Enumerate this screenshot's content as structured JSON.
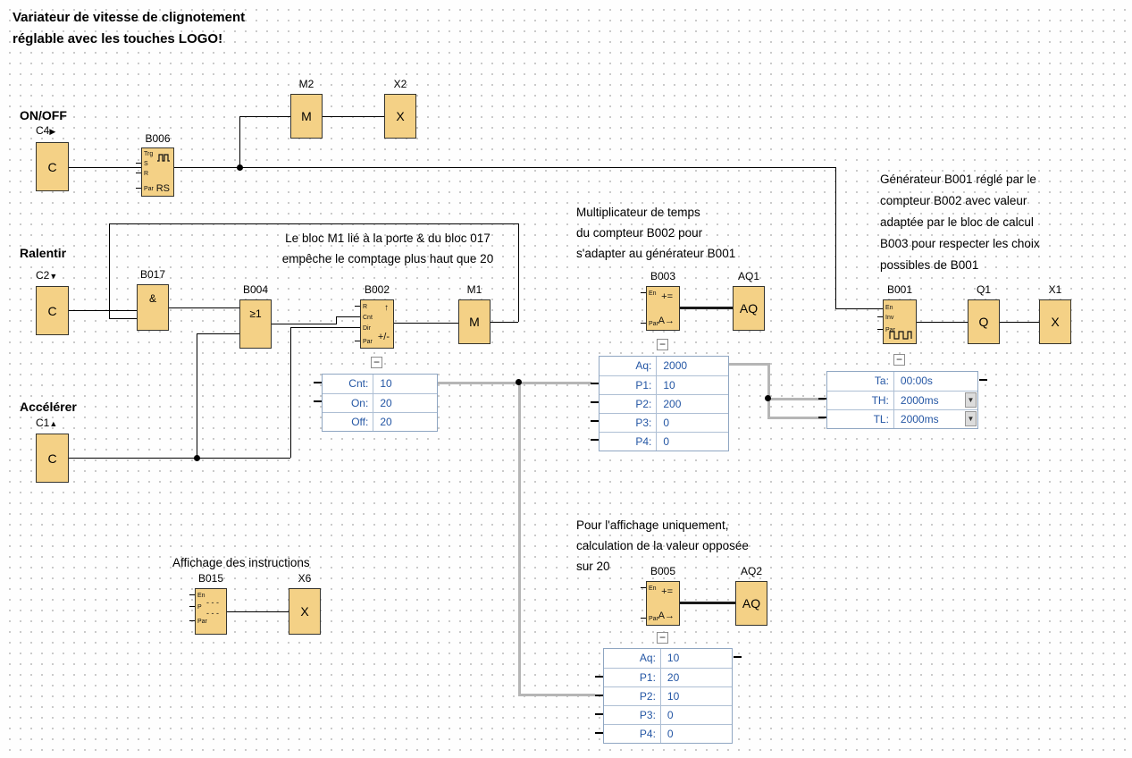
{
  "title": {
    "line1": "Variateur de vitesse de clignotement",
    "line2": "réglable avec les touches LOGO!"
  },
  "inputs": {
    "c4": {
      "section": "ON/OFF",
      "key": "C4",
      "arrow": "▶",
      "symbol": "C"
    },
    "c2": {
      "section": "Ralentir",
      "key": "C2",
      "arrow": "▼",
      "symbol": "C"
    },
    "c1": {
      "section": "Accélérer",
      "key": "C1",
      "arrow": "▲",
      "symbol": "C"
    }
  },
  "blocks": {
    "b006": {
      "label": "B006",
      "symbol": "RS",
      "pins": {
        "p1": "Trg",
        "p2": "S",
        "p3": "R",
        "p4": "Par"
      }
    },
    "m2": {
      "label": "M2",
      "symbol": "M"
    },
    "x2": {
      "label": "X2",
      "symbol": "X"
    },
    "b017": {
      "label": "B017",
      "symbol": "&"
    },
    "b004": {
      "label": "B004",
      "symbol": "≥1"
    },
    "b002": {
      "label": "B002",
      "symbol_top": "↑",
      "symbol_bottom": "+/-",
      "pins": {
        "p1": "R",
        "p2": "Cnt",
        "p3": "Dir",
        "p4": "Par"
      }
    },
    "m1": {
      "label": "M1",
      "symbol": "M"
    },
    "b003": {
      "label": "B003",
      "symbol_top": "+=",
      "symbol_bottom": "A→",
      "pins": {
        "p1": "En",
        "p2": "Par"
      }
    },
    "aq1": {
      "label": "AQ1",
      "symbol": "AQ"
    },
    "b001": {
      "label": "B001",
      "pins": {
        "p1": "En",
        "p2": "Inv",
        "p3": "Par"
      }
    },
    "q1": {
      "label": "Q1",
      "symbol": "Q"
    },
    "x1": {
      "label": "X1",
      "symbol": "X"
    },
    "b015": {
      "label": "B015",
      "symbol_line1": "- - -",
      "symbol_line2": "- - -",
      "pins": {
        "p1": "En",
        "p2": "P",
        "p3": "Par"
      }
    },
    "x6": {
      "label": "X6",
      "symbol": "X"
    },
    "b005": {
      "label": "B005",
      "symbol_top": "+=",
      "symbol_bottom": "A→",
      "pins": {
        "p1": "En",
        "p2": "Par"
      }
    },
    "aq2": {
      "label": "AQ2",
      "symbol": "AQ"
    }
  },
  "tables": {
    "b002": {
      "rows": [
        {
          "label": "Cnt:",
          "value": "10"
        },
        {
          "label": "On:",
          "value": "20"
        },
        {
          "label": "Off:",
          "value": "20"
        }
      ]
    },
    "b003": {
      "rows": [
        {
          "label": "Aq:",
          "value": "2000"
        },
        {
          "label": "P1:",
          "value": "10"
        },
        {
          "label": "P2:",
          "value": "200"
        },
        {
          "label": "P3:",
          "value": "0"
        },
        {
          "label": "P4:",
          "value": "0"
        }
      ]
    },
    "b001": {
      "rows": [
        {
          "label": "Ta:",
          "value": "00:00s"
        },
        {
          "label": "TH:",
          "value": "2000ms"
        },
        {
          "label": "TL:",
          "value": "2000ms"
        }
      ]
    },
    "b005": {
      "rows": [
        {
          "label": "Aq:",
          "value": "10"
        },
        {
          "label": "P1:",
          "value": "20"
        },
        {
          "label": "P2:",
          "value": "10"
        },
        {
          "label": "P3:",
          "value": "0"
        },
        {
          "label": "P4:",
          "value": "0"
        }
      ]
    }
  },
  "annotations": {
    "note_m1_line1": "Le bloc M1 lié à la porte & du bloc 017",
    "note_m1_line2": "empêche le comptage plus haut que 20",
    "note_mult_line1": "Multiplicateur de temps",
    "note_mult_line2": "du compteur B002 pour",
    "note_mult_line3": "s'adapter au générateur B001",
    "note_gen_line1": "Générateur B001 réglé par le",
    "note_gen_line2": "compteur B002 avec valeur",
    "note_gen_line3": "adaptée par le bloc de calcul",
    "note_gen_line4": "B003 pour respecter les choix",
    "note_gen_line5": "possibles de B001",
    "note_disp_line1": "Pour l'affichage uniquement,",
    "note_disp_line2": "calculation de la valeur opposée",
    "note_disp_line3": "sur 20",
    "note_instructions": "Affichage des instructions"
  },
  "icons": {
    "collapse": "−",
    "dropdown": "▼"
  },
  "colors": {
    "block_fill": "#f4d186",
    "wire_black": "#000000",
    "wire_gray": "#b5b5b5",
    "table_text": "#2456a4",
    "table_border": "#8fa6c2"
  }
}
